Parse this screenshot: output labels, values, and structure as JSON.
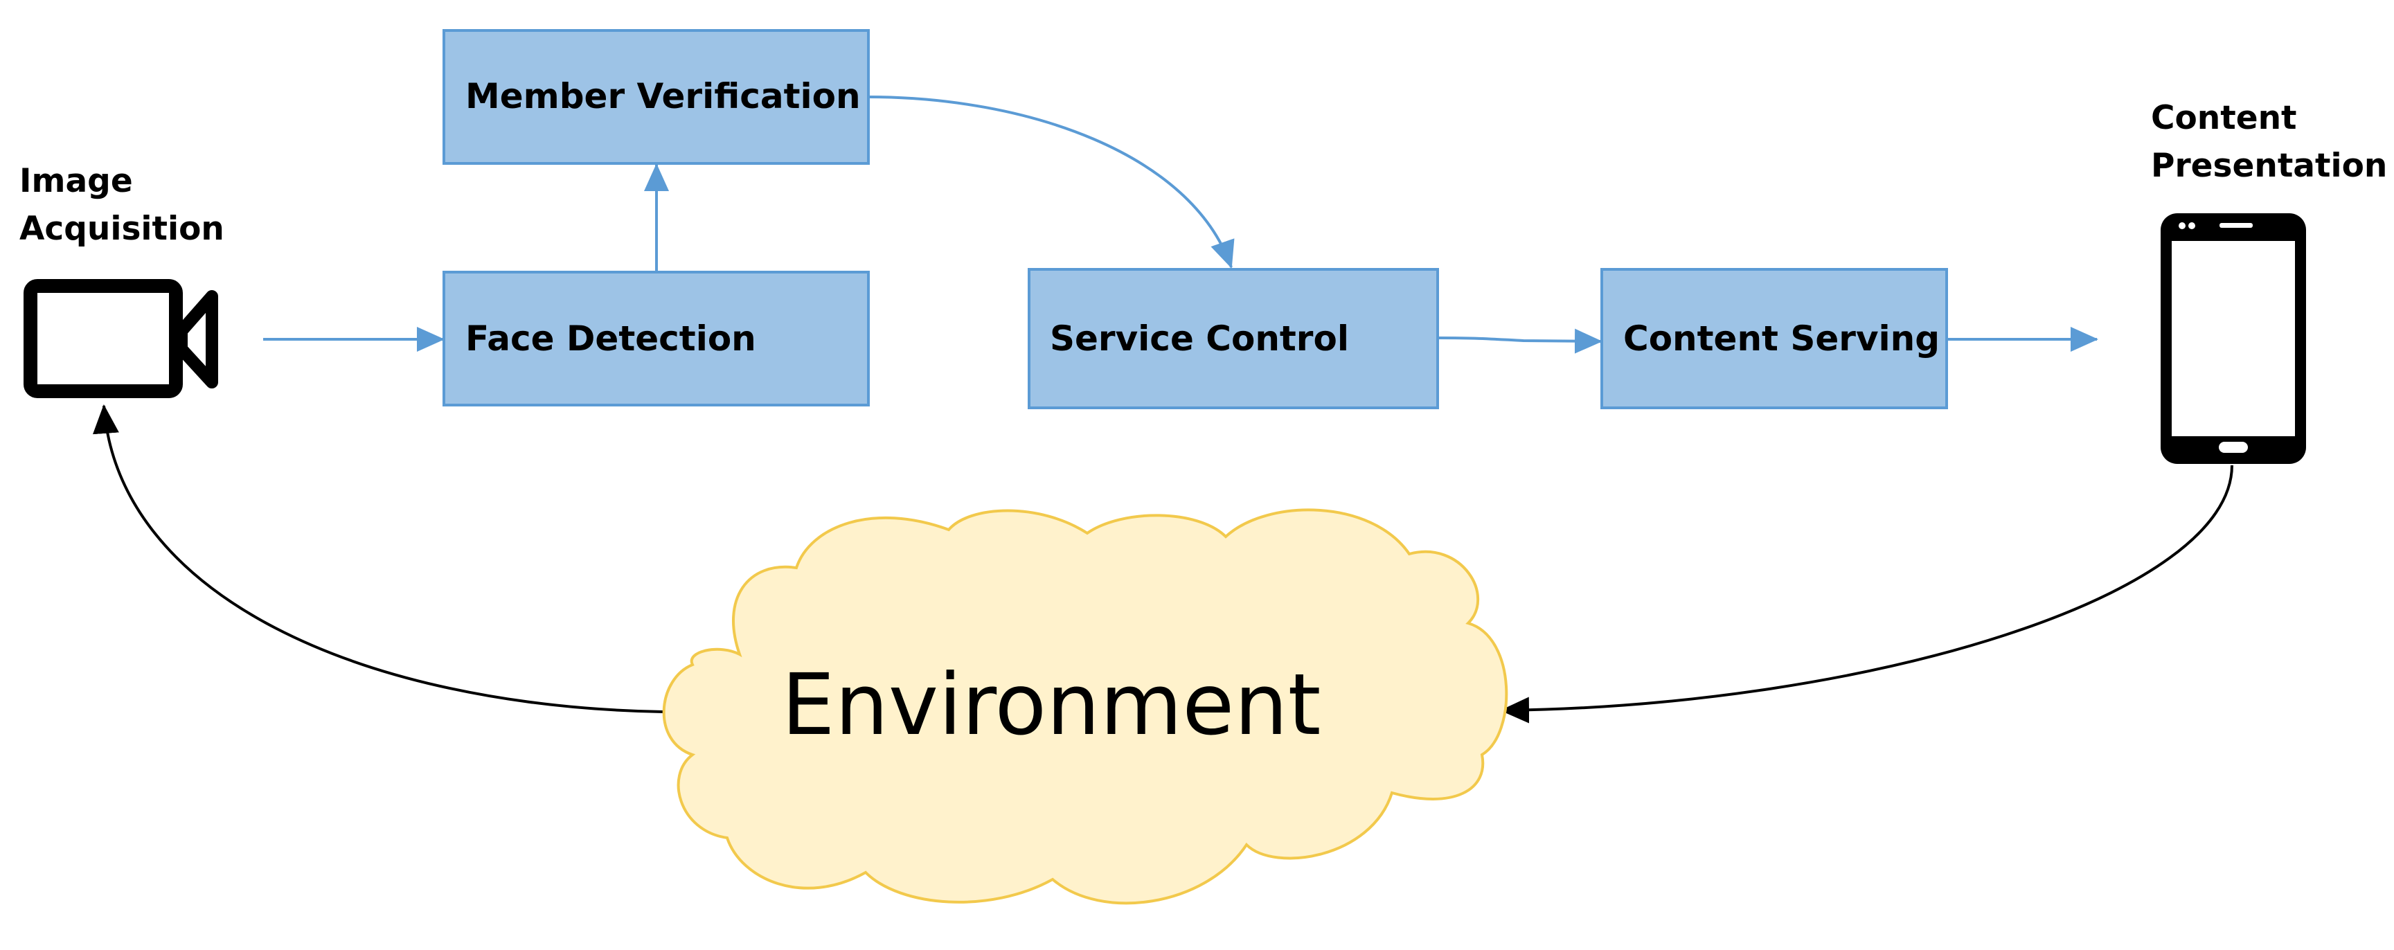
{
  "colors": {
    "box_fill": "#9dc3e6",
    "box_stroke": "#5b9bd5",
    "flow_arrow": "#5b9bd5",
    "loop_arrow": "#000000",
    "cloud_fill": "#fff2cc",
    "cloud_stroke": "#f2c94c",
    "device_icon": "#000000"
  },
  "nodes": {
    "image_acquisition": {
      "label_line1": "Image",
      "label_line2": "Acquisition",
      "icon": "video-camera-icon"
    },
    "face_detection": {
      "label": "Face Detection"
    },
    "member_verification": {
      "label": "Member Verification"
    },
    "service_control": {
      "label": "Service Control"
    },
    "content_serving": {
      "label": "Content Serving"
    },
    "content_presentation": {
      "label_line1": "Content",
      "label_line2": "Presentation",
      "icon": "smartphone-icon"
    },
    "environment": {
      "label": "Environment"
    }
  },
  "edges": [
    {
      "from": "image_acquisition",
      "to": "face_detection"
    },
    {
      "from": "face_detection",
      "to": "member_verification"
    },
    {
      "from": "member_verification",
      "to": "service_control"
    },
    {
      "from": "service_control",
      "to": "content_serving"
    },
    {
      "from": "content_serving",
      "to": "content_presentation"
    },
    {
      "from": "content_presentation",
      "to": "environment"
    },
    {
      "from": "environment",
      "to": "image_acquisition"
    }
  ]
}
